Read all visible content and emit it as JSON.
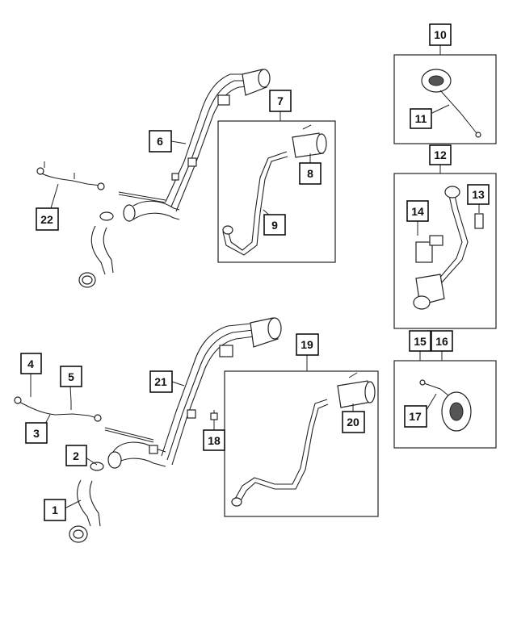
{
  "callouts": {
    "c1": "1",
    "c2": "2",
    "c3": "3",
    "c4": "4",
    "c5": "5",
    "c6": "6",
    "c7": "7",
    "c8": "8",
    "c9": "9",
    "c10": "10",
    "c11": "11",
    "c12": "12",
    "c13": "13",
    "c14": "14",
    "c15": "15",
    "c16": "16",
    "c17": "17",
    "c18": "18",
    "c19": "19",
    "c20": "20",
    "c21": "21",
    "c22": "22"
  }
}
